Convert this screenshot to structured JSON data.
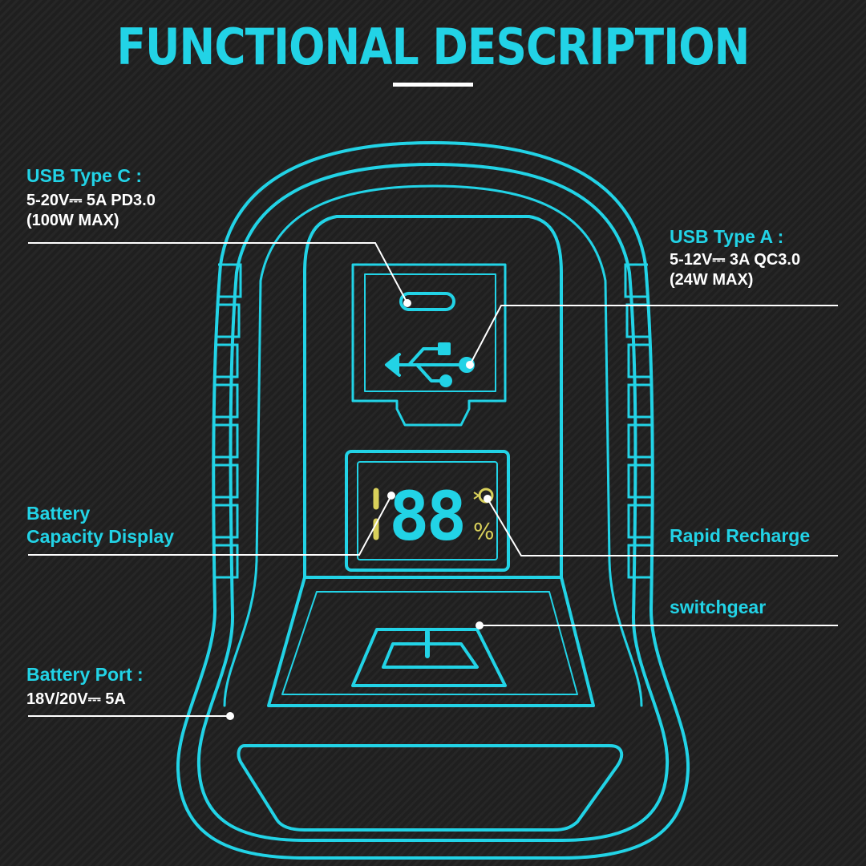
{
  "title": "FUNCTIONAL DESCRIPTION",
  "colors": {
    "accent": "#22d3e6",
    "background": "#232323",
    "digit_yellow": "#d8d05a"
  },
  "callouts": {
    "usb_c": {
      "heading": "USB Type C :",
      "spec_line1": "5-20V⎓ 5A PD3.0",
      "spec_line2": "(100W MAX)"
    },
    "usb_a": {
      "heading": "USB Type A :",
      "spec_line1": "5-12V⎓ 3A QC3.0",
      "spec_line2": "(24W MAX)"
    },
    "battery_display": {
      "heading_line1": "Battery",
      "heading_line2": "Capacity Display"
    },
    "rapid_recharge": {
      "heading": "Rapid Recharge"
    },
    "switchgear": {
      "heading": "switchgear"
    },
    "battery_port": {
      "heading": "Battery Port :",
      "spec_line1": "18V/20V⎓ 5A"
    }
  },
  "display": {
    "digits": "88",
    "percent_sign": "%"
  },
  "icons": {
    "usb_c_port": "usb-c-port-icon",
    "usb_a_symbol": "usb-symbol-icon",
    "rapid_recharge": "rapid-recharge-icon",
    "power_switch": "power-switch-icon"
  }
}
